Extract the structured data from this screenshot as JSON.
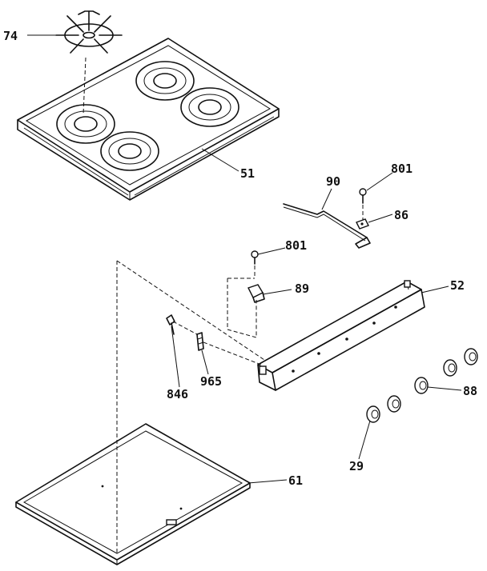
{
  "labels": {
    "grate": "74",
    "cooktop": "51",
    "rod": "90",
    "screw_top": "801",
    "clip_top": "86",
    "screw_mid": "801",
    "bracket": "89",
    "manifold_panel": "52",
    "spring": "846",
    "clip_mid": "965",
    "knob_right": "88",
    "knob_left": "29",
    "bottom_pan": "61"
  }
}
